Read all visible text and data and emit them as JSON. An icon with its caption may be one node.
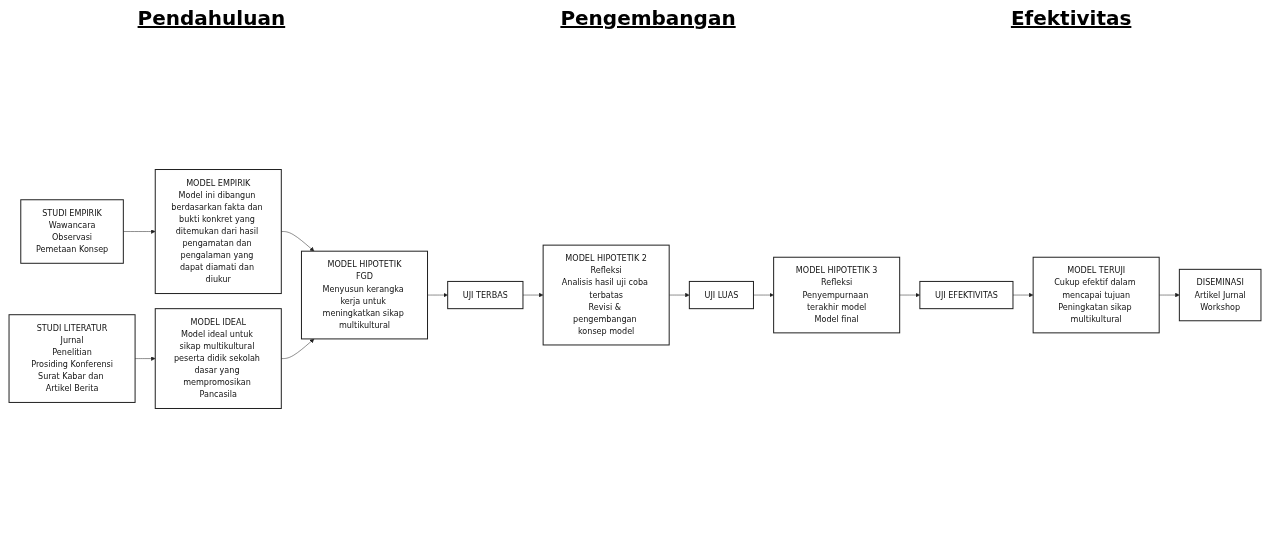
{
  "diagram": {
    "nodes": [
      {
        "text": [
          "STUDI EMPIRIK",
          "Wawancara",
          "Observasi",
          "Pemetaan Konsep"
        ]
      },
      {
        "text": [
          "MODEL EMPIRIK",
          "Model ini dibangun berdasarkan fakta dan bukti konkret yang ditemukan dari hasil pengamatan dan pengalaman yang dapat diamati dan diukur"
        ]
      },
      {
        "text": [
          "STUDI LITERATUR",
          "Jurnal",
          "Penelitian",
          "Prosiding Konferensi",
          "Surat Kabar dan Artikel Berita"
        ]
      },
      {
        "text": [
          "MODEL IDEAL",
          "Model ideal untuk sikap multikultural peserta didik sekolah dasar yang mempromosikan Pancasila"
        ]
      },
      {
        "text": [
          "MODEL HIPOTETIK",
          "FGD",
          "Menyusun kerangka kerja untuk meningkatkan sikap multikultural"
        ]
      },
      {
        "text": [
          "UJI TERBAS"
        ]
      },
      {
        "text": [
          "MODEL HIPOTETIK 2",
          "Refleksi",
          "Analisis hasil uji coba terbatas",
          "Revisi & pengembangan konsep model"
        ]
      },
      {
        "text": [
          "UJI LUAS"
        ]
      },
      {
        "text": [
          "MODEL HIPOTETIK 3",
          "Refleksi",
          "Penyempurnaan terakhir model",
          "Model final"
        ]
      },
      {
        "text": [
          "UJI EFEKTIVITAS"
        ]
      },
      {
        "text": [
          "MODEL TERUJI",
          "Cukup efektif dalam mencapai tujuan",
          "Peningkatan sikap multikultural"
        ]
      },
      {
        "text": [
          "DISEMINASI",
          "Artikel Jurnal",
          "Workshop"
        ]
      }
    ],
    "edges": [
      {
        "from": 0,
        "to": 1,
        "arrow": "to"
      },
      {
        "from": 2,
        "to": 3,
        "arrow": "to"
      },
      {
        "from": 1,
        "to": 4,
        "arrow": "to"
      },
      {
        "from": 3,
        "to": 4,
        "arrow": "to"
      },
      {
        "from": 4,
        "to": 5,
        "arrow": "to"
      },
      {
        "from": 5,
        "to": 6,
        "arrow": "to"
      },
      {
        "from": 6,
        "to": 7,
        "arrow": "to"
      },
      {
        "from": 7,
        "to": 8,
        "arrow": "to"
      },
      {
        "from": 8,
        "to": 9,
        "arrow": "to"
      },
      {
        "from": 9,
        "to": 10,
        "arrow": "to"
      },
      {
        "from": 10,
        "to": 11,
        "arrow": "to"
      }
    ],
    "labels": [
      "Pendahuluan",
      "Pengembangan",
      "Efektivitas"
    ]
  }
}
